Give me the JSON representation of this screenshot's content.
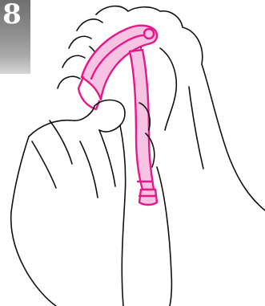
{
  "step": {
    "number": "8"
  },
  "colors": {
    "badge_dark": "#6f6f6f",
    "badge_light": "#d6d6d6",
    "step_number": "#ffffff",
    "line_art": "#111111",
    "highlight": "#e8178a",
    "highlight_fill": "#f7c3e2"
  },
  "illustration": {
    "subject": "hands-holding-device-with-tube",
    "highlighted_part": "pink-device-and-tube"
  }
}
